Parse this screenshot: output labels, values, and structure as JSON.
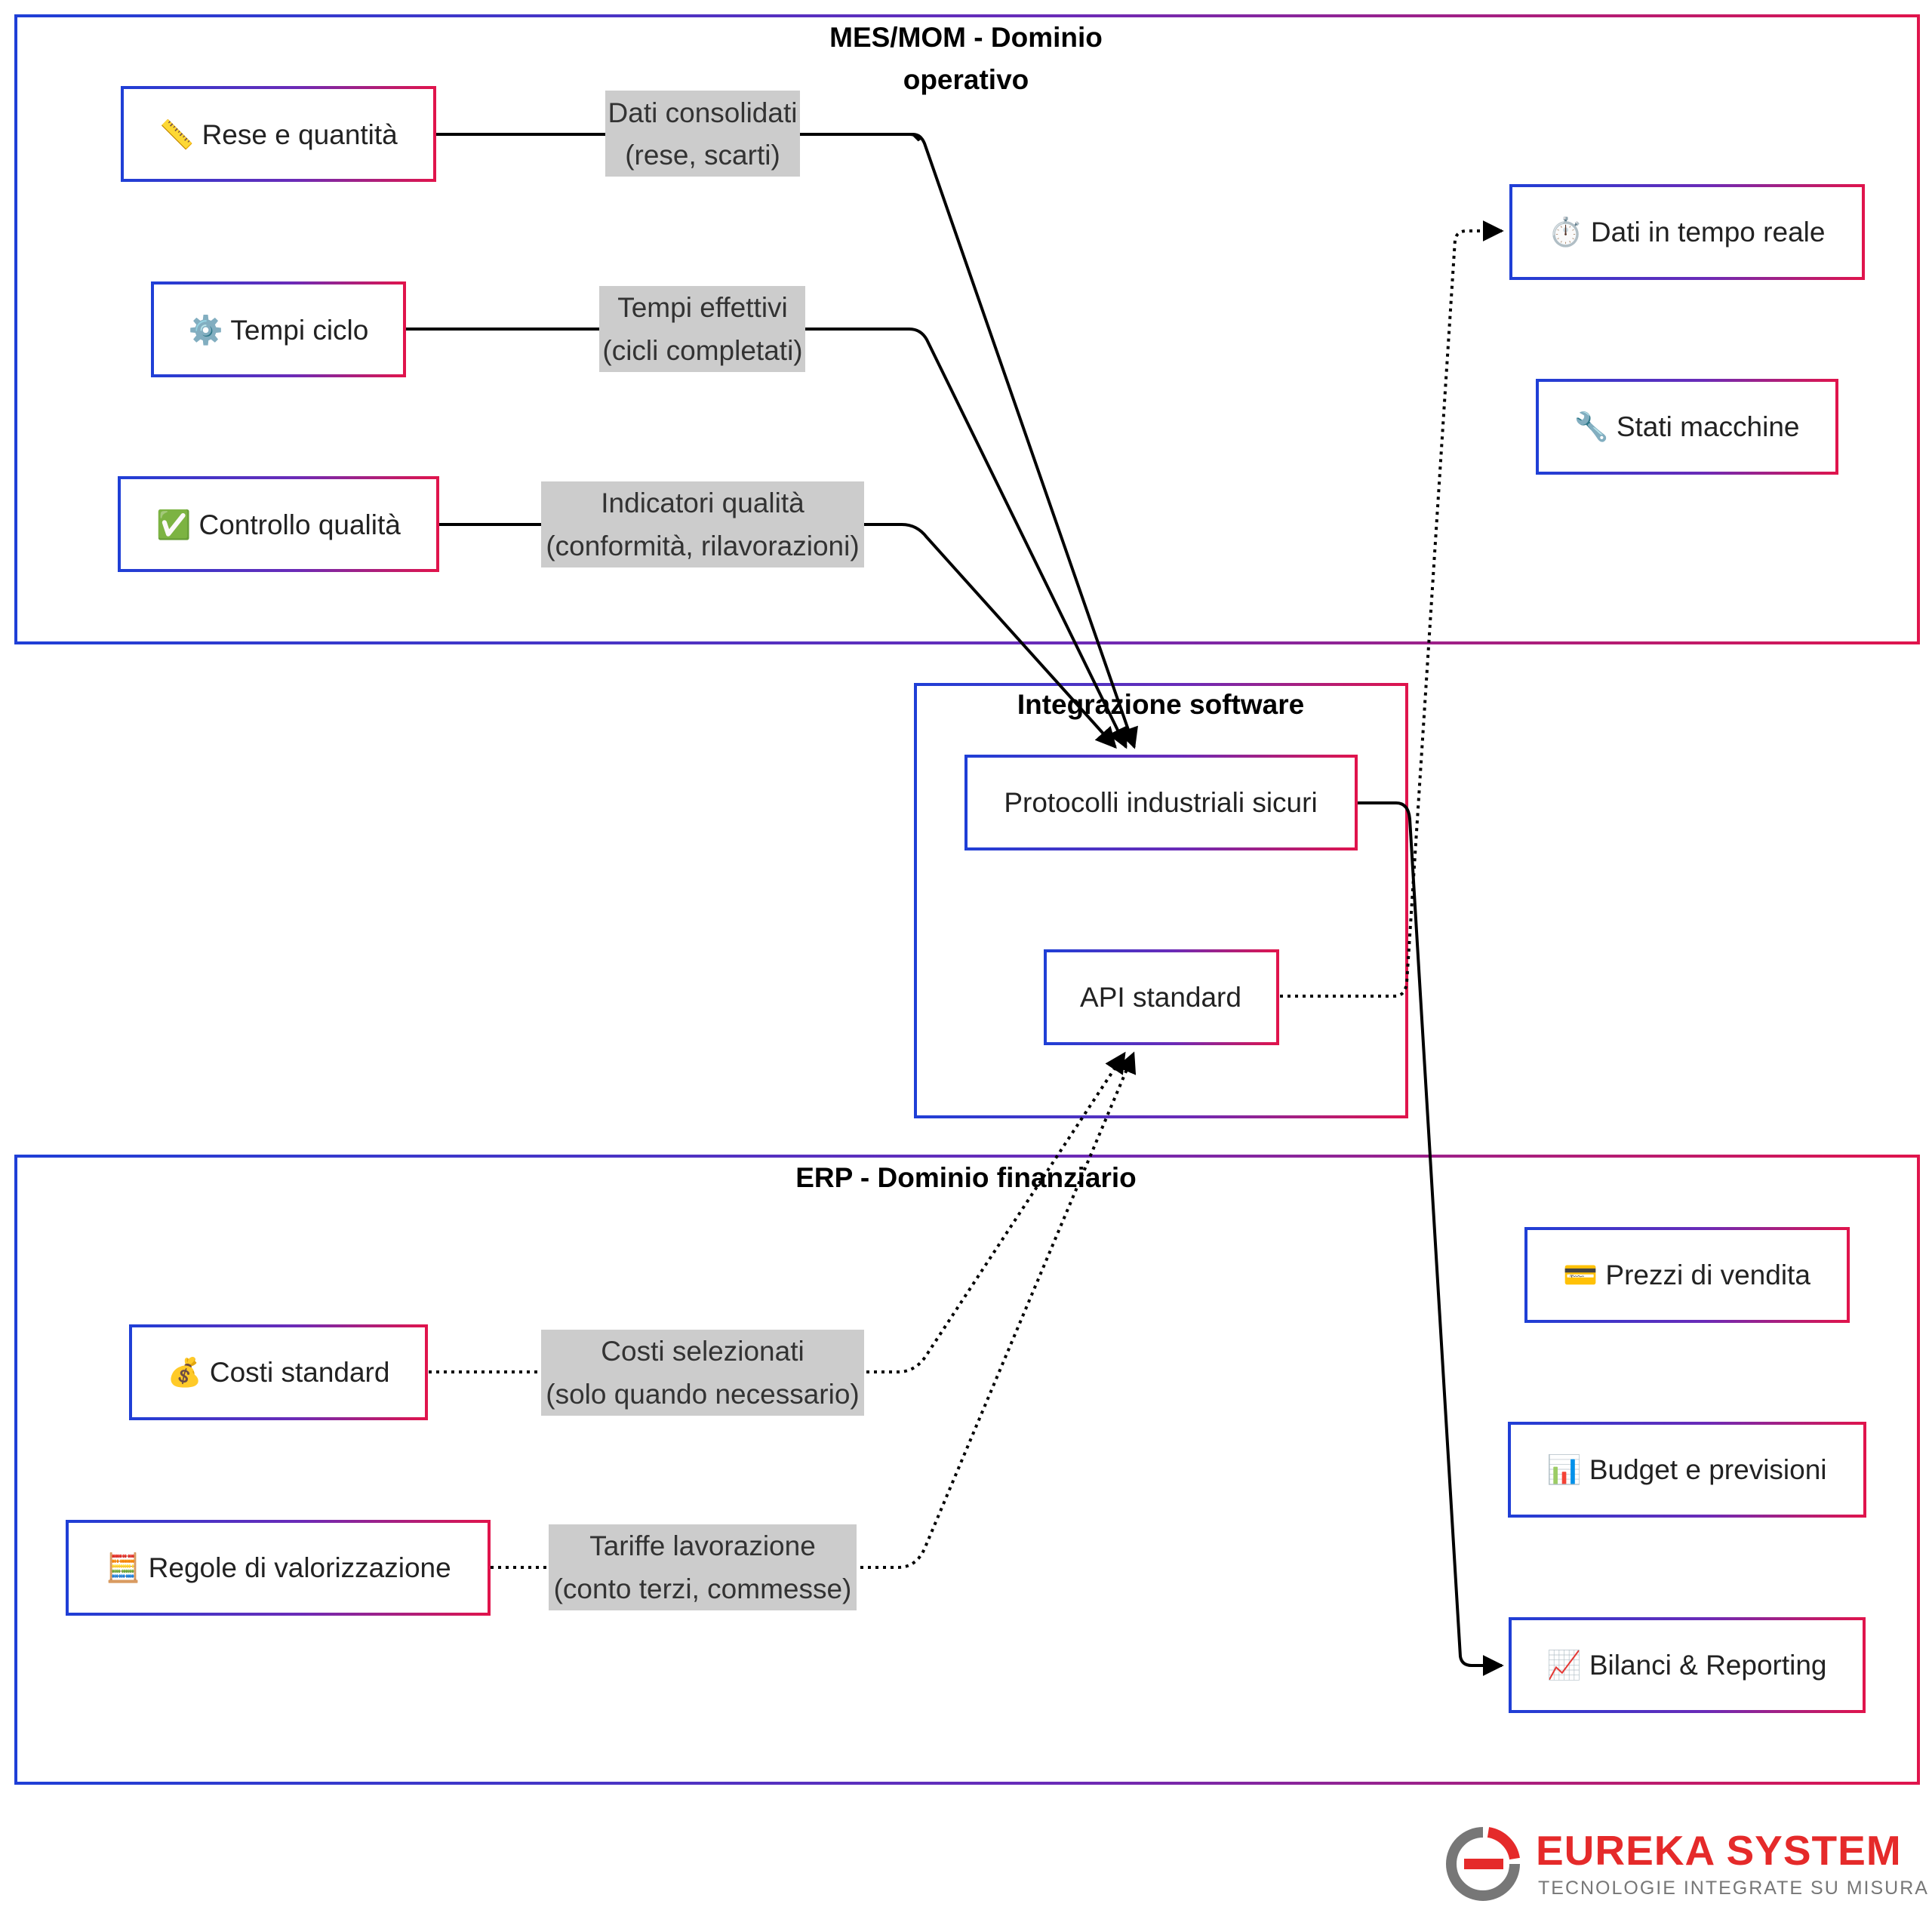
{
  "groups": {
    "mes": {
      "title_line1": "MES/MOM - Dominio",
      "title_line2": "operativo"
    },
    "integration": {
      "title": "Integrazione software"
    },
    "erp": {
      "title": "ERP - Dominio finanziario"
    }
  },
  "nodes": {
    "rese": "📏 Rese e quantità",
    "tempi": "⚙️ Tempi ciclo",
    "qualita": "✅ Controllo qualità",
    "dati_reale": "⏱️ Dati in tempo reale",
    "stati": "🔧 Stati macchine",
    "protocolli": "Protocolli industriali sicuri",
    "api": "API standard",
    "costi": "💰 Costi standard",
    "regole": "🧮 Regole di valorizzazione",
    "prezzi": "💳 Prezzi di vendita",
    "budget": "📊 Budget e previsioni",
    "bilanci": "📈 Bilanci & Reporting"
  },
  "edge_labels": {
    "dati_consolidati": {
      "line1": "Dati consolidati",
      "line2": "(rese, scarti)"
    },
    "tempi_effettivi": {
      "line1": "Tempi effettivi",
      "line2": "(cicli completati)"
    },
    "indicatori": {
      "line1": "Indicatori qualità",
      "line2": "(conformità, rilavorazioni)"
    },
    "costi_selezionati": {
      "line1": "Costi selezionati",
      "line2": "(solo quando necessario)"
    },
    "tariffe": {
      "line1": "Tariffe lavorazione",
      "line2": "(conto terzi, commesse)"
    }
  },
  "logo": {
    "title": "EUREKA SYSTEM",
    "subtitle": "TECNOLOGIE INTEGRATE SU MISURA"
  },
  "colors": {
    "border_start": "#1f3fd6",
    "border_end": "#e0144c",
    "label_bg": "#cccccc",
    "logo_red": "#e52a2a",
    "logo_gray": "#777777"
  }
}
